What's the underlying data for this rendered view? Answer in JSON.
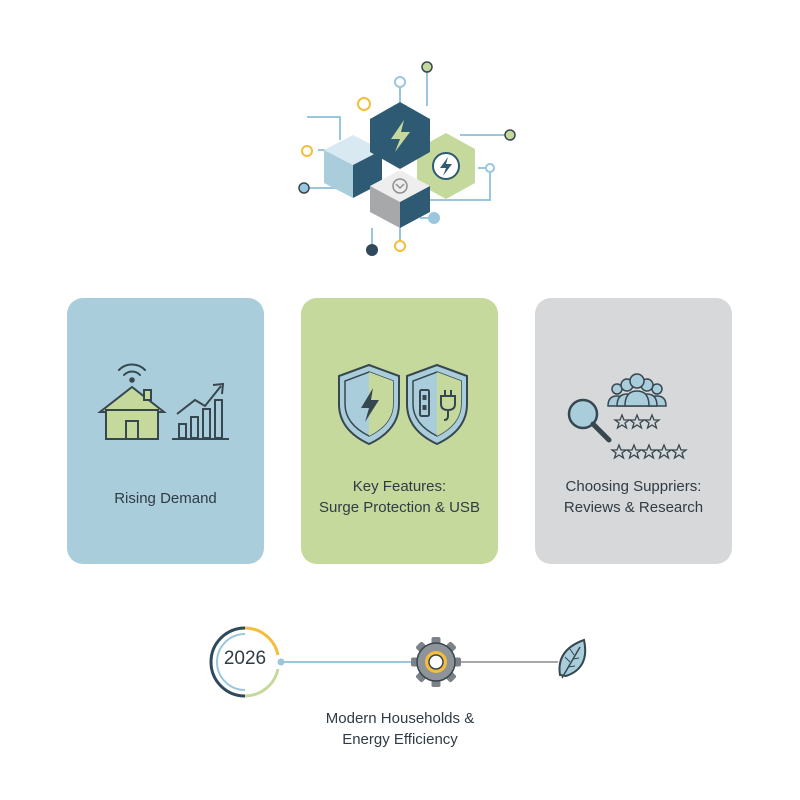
{
  "colors": {
    "navy": "#2e5a74",
    "light_blue": "#aacddc",
    "green": "#c6d99c",
    "gray": "#d7d8da",
    "yellow": "#f4bd3c",
    "line": "#9ac7dd",
    "dark": "#37474f"
  },
  "hero": {
    "icons": [
      "lightning-bolt-icon",
      "cube-icon",
      "plug-circle-icon",
      "chevron-down-icon"
    ]
  },
  "cards": [
    {
      "id": "rising-demand",
      "icons": [
        "house-wifi-icon",
        "bar-chart-growth-icon"
      ],
      "label_lines": [
        "Rising Demand"
      ]
    },
    {
      "id": "key-features",
      "icons": [
        "shield-lightning-icon",
        "shield-usb-plug-icon"
      ],
      "label_lines": [
        "Key Features:",
        "Surge Protection & USB"
      ]
    },
    {
      "id": "choosing-suppliers",
      "icons": [
        "people-group-icon",
        "magnifier-icon",
        "star-rating-icon"
      ],
      "label_lines": [
        "Choosing Suppriers:",
        "Reviews & Research"
      ]
    }
  ],
  "timeline": {
    "year": "2026",
    "icons": [
      "gear-icon",
      "leaf-icon"
    ],
    "caption_lines": [
      "Modern Households &",
      "Energy Efficiency"
    ]
  }
}
